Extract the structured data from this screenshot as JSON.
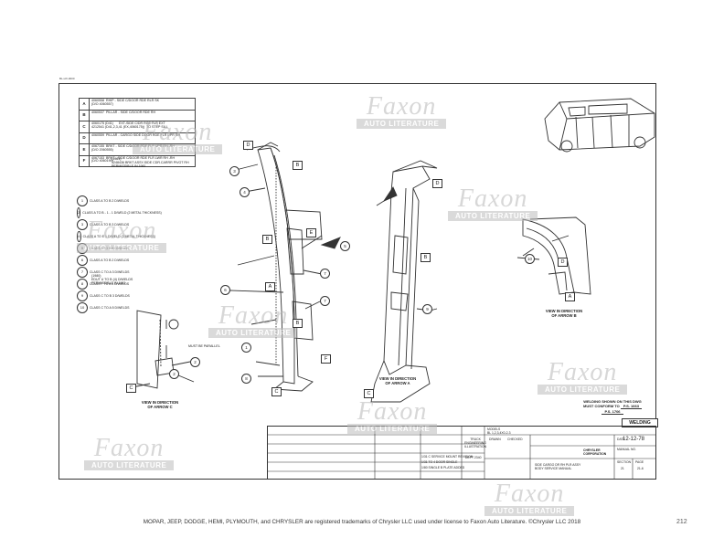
{
  "sheet_mark": "BL-HX-0000",
  "parts_table": [
    {
      "letter": "A",
      "text": "4060558  RHIP - SIDE C/DOOR RDE RLR SK\n(D/O 4060557)"
    },
    {
      "letter": "B",
      "text": "4060537  PILLAR - SIDE C/DOOR RDE RH"
    },
    {
      "letter": "C",
      "text": "4060175 (D41)      EXT-SIDE C/DR RGE FLR EXT\n4212541 (D41,2,3,41 (EX,4060175))  TO STEP SILL"
    },
    {
      "letter": "D",
      "text": "4060559  PILLAR - CARGO SIDE DOOR RDE FLR UPR RH"
    },
    {
      "letter": "E",
      "text": "4067155  BRKT - SIDE C/DOOR RDE FLR UPR RH -RH\n(D/O 2060555)"
    },
    {
      "letter": "F",
      "text": "4067153  BRKT - SIDE C/DOOR RDE FLR LWR RH -RH\n(D/O 4060190)"
    }
  ],
  "note_1981": "(1981)\n4248436 BRKT ASSY-SIDE CDR.CARRR PIVOT RH\nPERMISSIBLE IN 1981",
  "weld_list": [
    {
      "sym": "1",
      "text": "CLASS A TO B    2  D/WELDS"
    },
    {
      "sym": "2",
      "text": "CLASS A TO B - 1 - 1 D/WELD (2 METAL THICKNESS)"
    },
    {
      "sym": "3",
      "text": "CLASS A TO B    3  D/WELDS"
    },
    {
      "sym": "4",
      "text": "CLASS A TO E  1  D/WELD (2 METAL THICKNESS)"
    },
    {
      "sym": "5",
      "text": "CLASS A TO B  5  D/WELDS"
    },
    {
      "sym": "6",
      "text": "CLASS A TO B  2  D/WELDS"
    },
    {
      "sym": "7",
      "text": "CLASS C TO A  3  D/WELDS"
    },
    {
      "sym": "8",
      "text": "CLASS F TO A  4  D/WELDS"
    },
    {
      "sym": "9",
      "text": "CLASS C TO B  3  D/WELDS"
    },
    {
      "sym": "10",
      "text": "CLASS C TO A  5  D/WELDS"
    }
  ],
  "note_1980": "(1980)\nEDUT U TO B (4) D/WELDS\nPERMISSIBLE IN 1981",
  "callouts": {
    "A": "A",
    "B": "B",
    "C": "C",
    "D": "D",
    "E": "E",
    "F": "F"
  },
  "view_c": {
    "line1": "VIEW IN DIRECTION",
    "line2": "OF ARROW C"
  },
  "view_a": {
    "line1": "VIEW IN DIRECTION",
    "line2": "OF ARROW A"
  },
  "view_b": {
    "line1": "VIEW IN DIRECTION",
    "line2": "OF ARROW B"
  },
  "must_parallel": "MUST BE PARALLEL",
  "weld_note": {
    "line1": "WELDING SHOWN ON THIS DWG",
    "line2": "MUST CONFORM TO",
    "ps": "P.S. 1663",
    "ps2": "P.S. 1706"
  },
  "weld_tag": "WELDING",
  "title_block": {
    "models_label": "MODELS",
    "models": "BL 1,2,3,4X0-2-3",
    "dept": "TRUCK\nENGINEERING\nILLUSTRATION",
    "dept_no": "DEPT 2340",
    "drawn_label": "DRAWN",
    "checked_label": "CHECKED",
    "date_label": "DATE",
    "date": "12-12-78",
    "company": "CHRYSLER\nCORPORATION",
    "manual_label": "MANUAL NO.",
    "title": "SIDE CARGO DR RH PLR ASSY\nBODY SERVICE MANUAL",
    "section_label": "SECTION",
    "section": "21",
    "page_label": "PAGE",
    "page": "21-6",
    "rev1": "1/31 C SERVICE MOUNT REVISION",
    "rev2": "1/31 TO 4 DOOR SINGLE",
    "rev3": "1/80 SINGLE B PLATE ADDED"
  },
  "watermark": {
    "big": "Faxon",
    "small": "AUTO LITERATURE"
  },
  "footer": "MOPAR, JEEP, DODGE, HEMI, PLYMOUTH, and CHRYSLER are registered trademarks of Chrysler LLC used under license to Faxon Auto Literature. ©Chrysler LLC 2018",
  "page_number": "212"
}
